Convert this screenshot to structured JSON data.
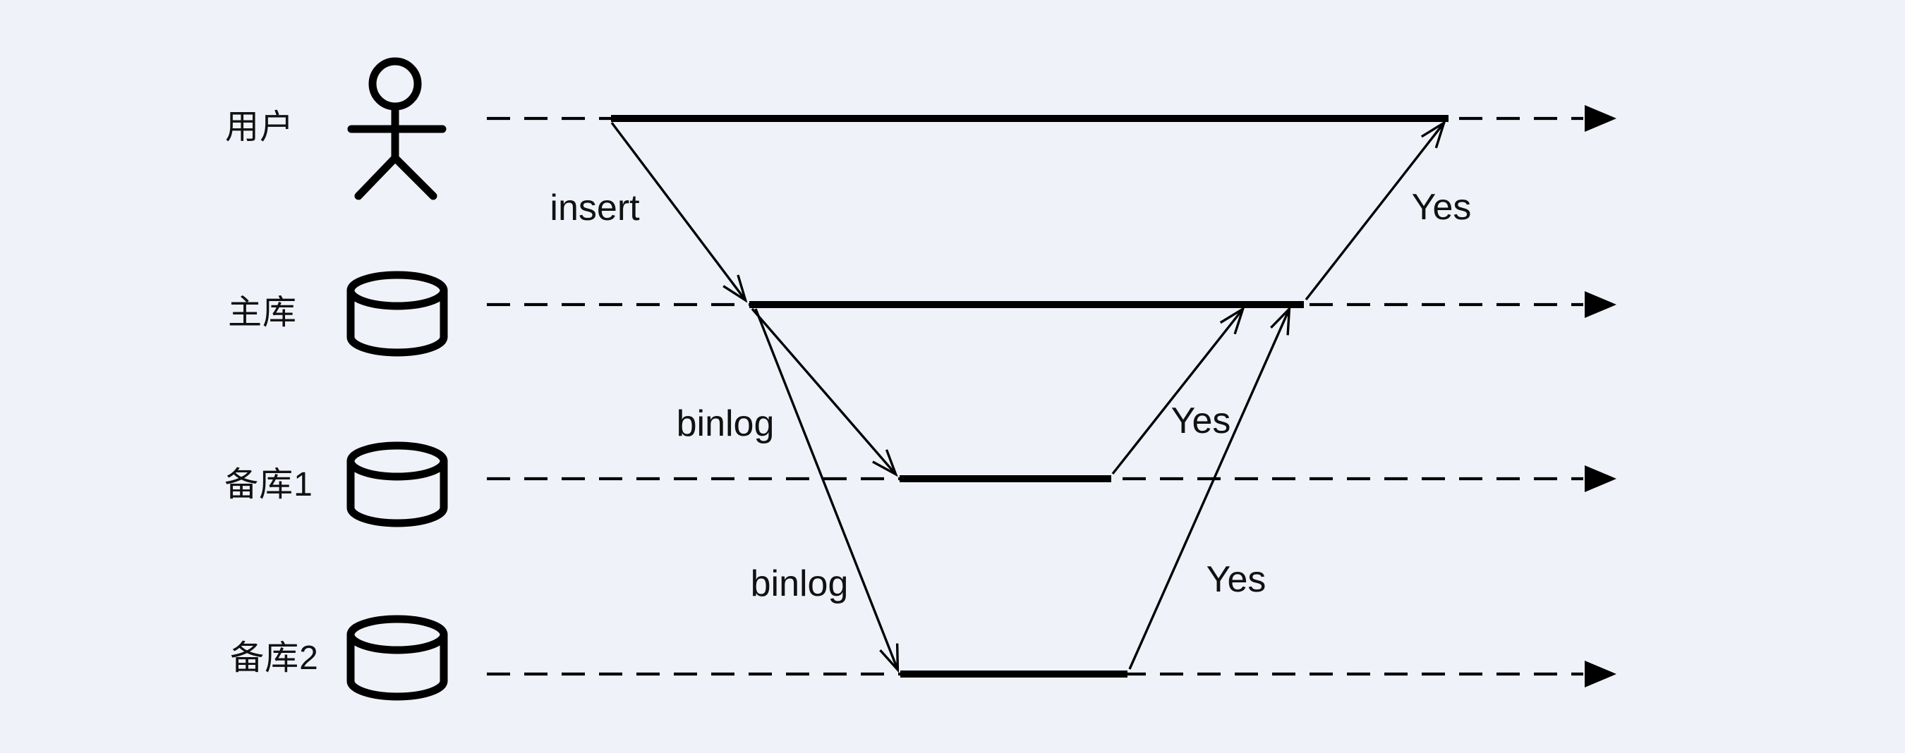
{
  "diagram": {
    "type": "sequence-diagram",
    "background_color": "#eff2f9",
    "line_color": "#000000",
    "text_color": "#111111",
    "actors": [
      {
        "label": "用户",
        "icon": "person-icon"
      },
      {
        "label": "主库",
        "icon": "database-icon"
      },
      {
        "label": "备库1",
        "icon": "database-icon"
      },
      {
        "label": "备库2",
        "icon": "database-icon"
      }
    ],
    "messages": [
      {
        "label": "insert",
        "from": "用户",
        "to": "主库"
      },
      {
        "label": "binlog",
        "from": "主库",
        "to": "备库1"
      },
      {
        "label": "binlog",
        "from": "主库",
        "to": "备库2"
      },
      {
        "label": "Yes",
        "from": "备库1",
        "to": "主库"
      },
      {
        "label": "Yes",
        "from": "备库2",
        "to": "主库"
      },
      {
        "label": "Yes",
        "from": "主库",
        "to": "用户"
      }
    ]
  }
}
